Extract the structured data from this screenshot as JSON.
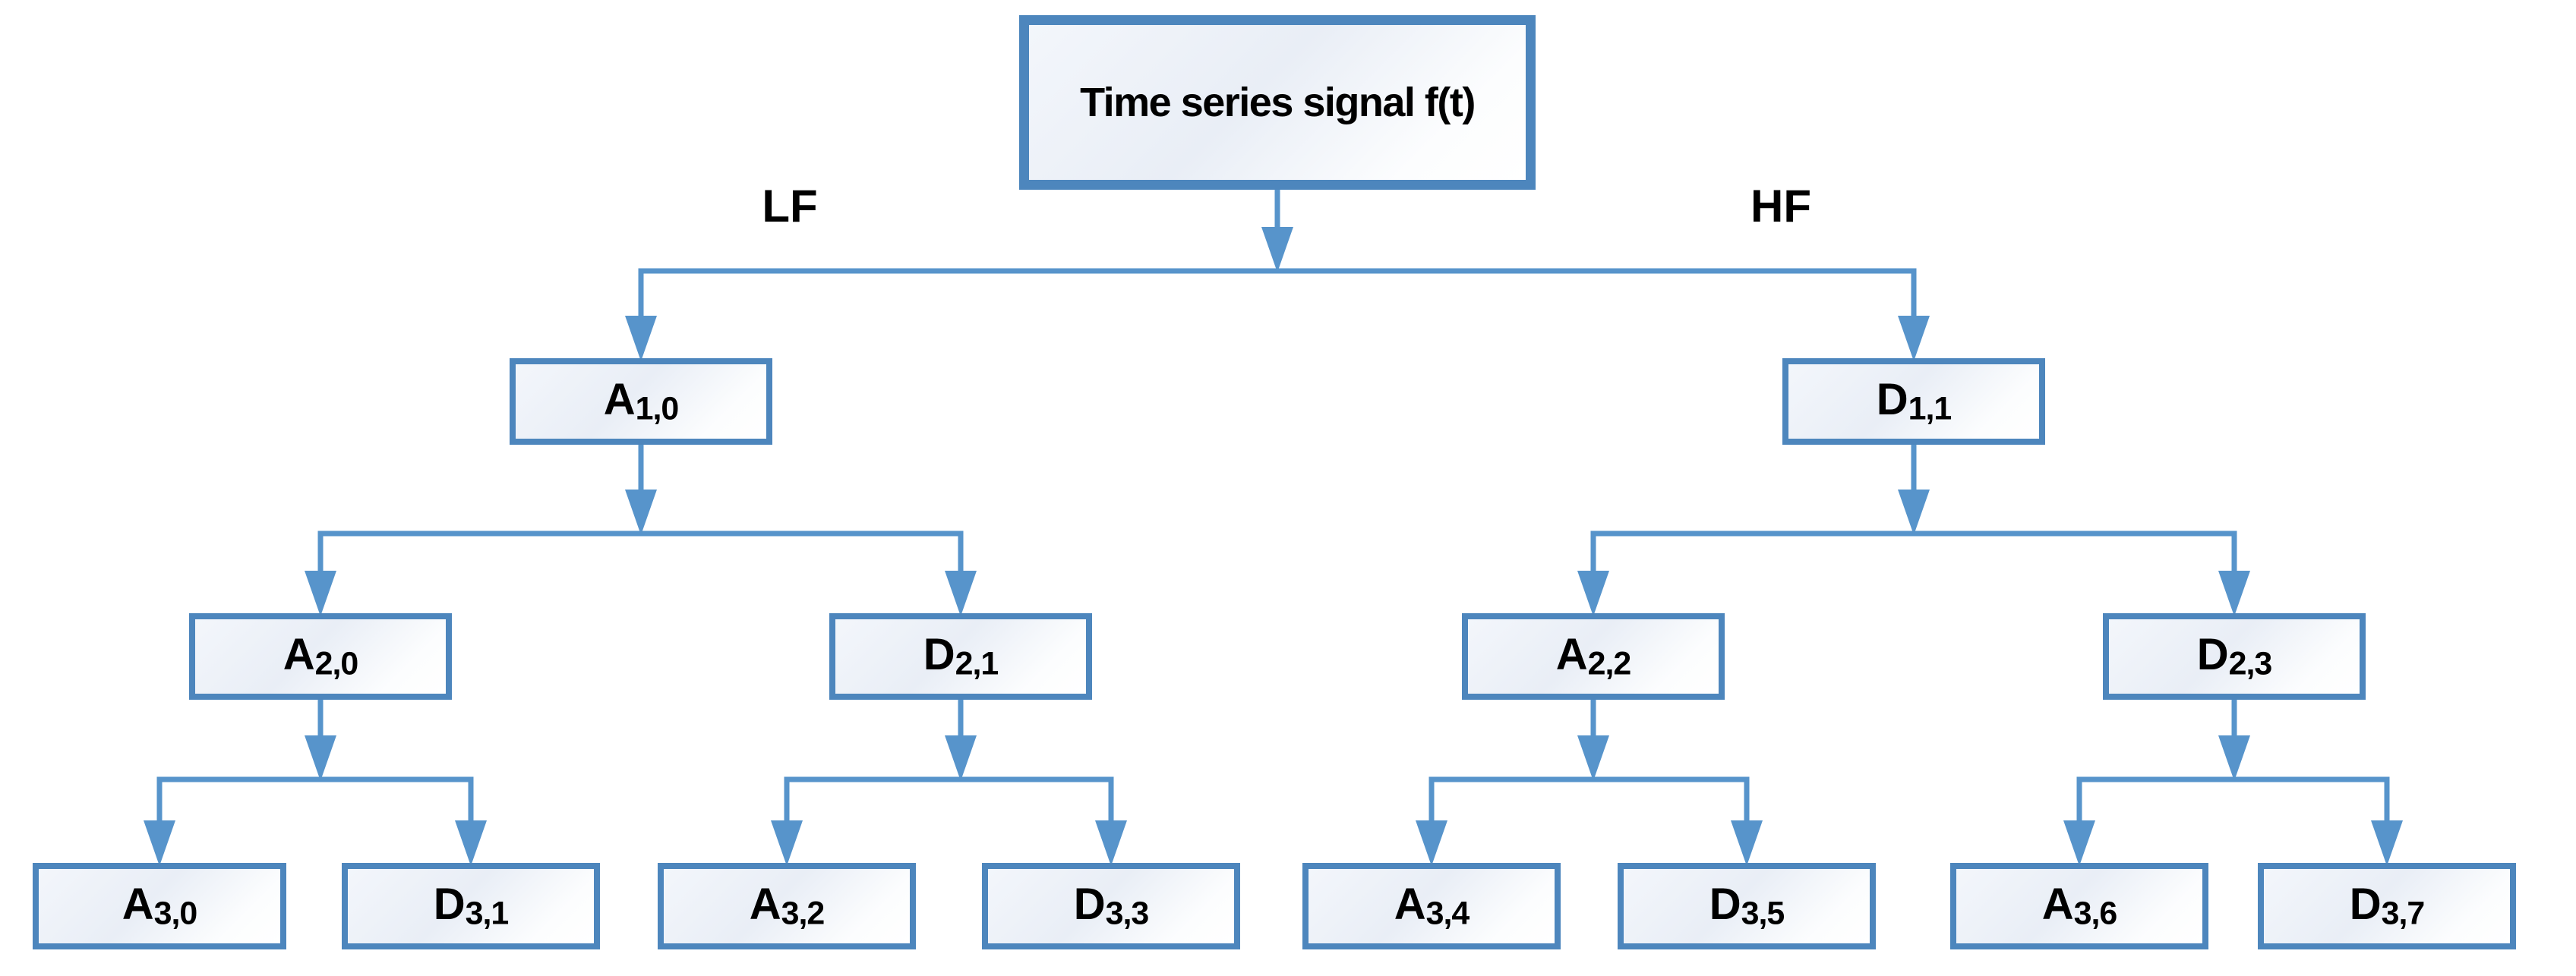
{
  "root": {
    "label": "Time series signal f(t)"
  },
  "branch_labels": {
    "lf": "LF",
    "hf": "HF"
  },
  "nodes": {
    "a10": {
      "main": "A",
      "sub": "1,0"
    },
    "d11": {
      "main": "D",
      "sub": "1,1"
    },
    "a20": {
      "main": "A",
      "sub": "2,0"
    },
    "d21": {
      "main": "D",
      "sub": "2,1"
    },
    "a22": {
      "main": "A",
      "sub": "2,2"
    },
    "d23": {
      "main": "D",
      "sub": "2,3"
    },
    "a30": {
      "main": "A",
      "sub": "3,0"
    },
    "d31": {
      "main": "D",
      "sub": "3,1"
    },
    "a32": {
      "main": "A",
      "sub": "3,2"
    },
    "d33": {
      "main": "D",
      "sub": "3,3"
    },
    "a34": {
      "main": "A",
      "sub": "3,4"
    },
    "d35": {
      "main": "D",
      "sub": "3,5"
    },
    "a36": {
      "main": "A",
      "sub": "3,6"
    },
    "d37": {
      "main": "D",
      "sub": "3,7"
    }
  },
  "edges": [
    {
      "from": "Time series signal f(t)",
      "to": "A1,0",
      "branch": "LF"
    },
    {
      "from": "Time series signal f(t)",
      "to": "D1,1",
      "branch": "HF"
    },
    {
      "from": "A1,0",
      "to": "A2,0"
    },
    {
      "from": "A1,0",
      "to": "D2,1"
    },
    {
      "from": "D1,1",
      "to": "A2,2"
    },
    {
      "from": "D1,1",
      "to": "D2,3"
    },
    {
      "from": "A2,0",
      "to": "A3,0"
    },
    {
      "from": "A2,0",
      "to": "D3,1"
    },
    {
      "from": "D2,1",
      "to": "A3,2"
    },
    {
      "from": "D2,1",
      "to": "D3,3"
    },
    {
      "from": "A2,2",
      "to": "A3,4"
    },
    {
      "from": "A2,2",
      "to": "D3,5"
    },
    {
      "from": "D2,3",
      "to": "A3,6"
    },
    {
      "from": "D2,3",
      "to": "D3,7"
    }
  ],
  "colors": {
    "connector_blue": "#5794cb",
    "box_border_blue": "#4d86bd",
    "box_fill_shade": "#e9eef6",
    "box_fill_light": "#ffffff",
    "text_black": "#000000"
  }
}
